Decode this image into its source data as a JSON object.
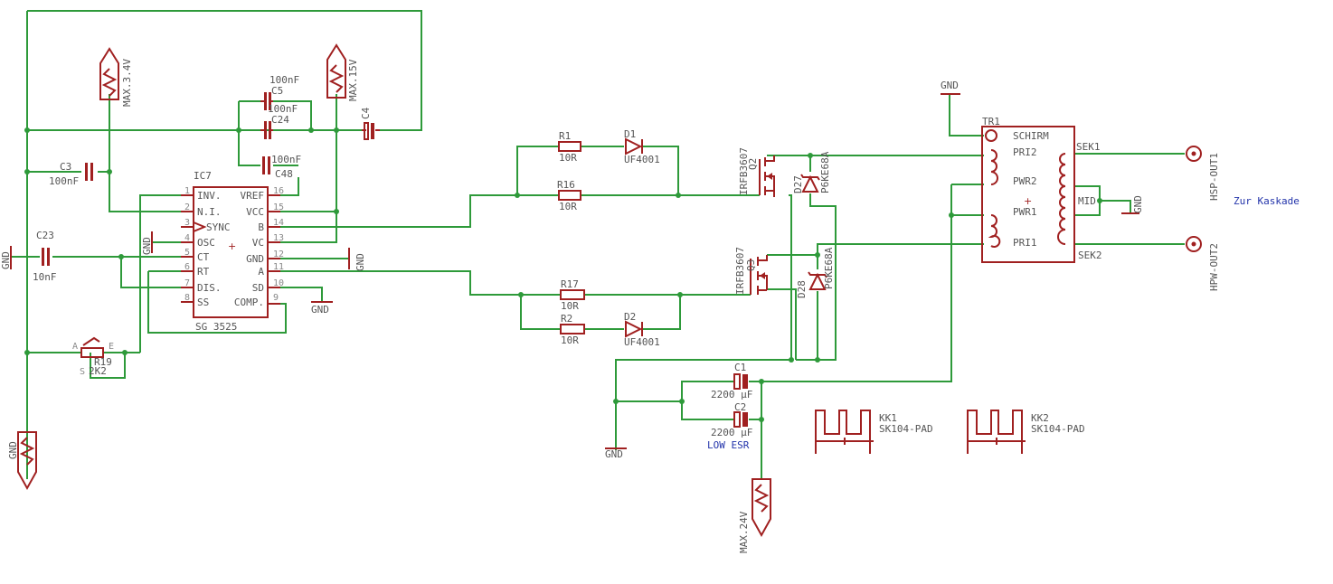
{
  "ic7": {
    "name": "IC7",
    "value": "SG 3525",
    "pins_left": [
      {
        "num": "1",
        "name": "INV."
      },
      {
        "num": "2",
        "name": "N.I."
      },
      {
        "num": "3",
        "name": "SYNC"
      },
      {
        "num": "4",
        "name": "OSC"
      },
      {
        "num": "5",
        "name": "CT"
      },
      {
        "num": "6",
        "name": "RT"
      },
      {
        "num": "7",
        "name": "DIS."
      },
      {
        "num": "8",
        "name": "SS"
      }
    ],
    "pins_right": [
      {
        "num": "16",
        "name": "VREF"
      },
      {
        "num": "15",
        "name": "VCC"
      },
      {
        "num": "14",
        "name": "B"
      },
      {
        "num": "13",
        "name": "VC"
      },
      {
        "num": "12",
        "name": "GND"
      },
      {
        "num": "11",
        "name": "A"
      },
      {
        "num": "10",
        "name": "SD"
      },
      {
        "num": "9",
        "name": "COMP."
      }
    ]
  },
  "caps": {
    "c5": {
      "name": "C5",
      "value": "100nF"
    },
    "c24": {
      "name": "C24",
      "value": "100nF"
    },
    "c48": {
      "name": "C48",
      "value": "100nF"
    },
    "c4": {
      "name": "C4"
    },
    "c3": {
      "name": "C3",
      "value": "100nF"
    },
    "c23": {
      "name": "C23",
      "value": "10nF"
    },
    "c1": {
      "name": "C1",
      "value": "2200 µF"
    },
    "c2": {
      "name": "C2",
      "value": "2200 µF"
    }
  },
  "resistors": {
    "r1": {
      "name": "R1",
      "value": "10R"
    },
    "r16": {
      "name": "R16",
      "value": "10R"
    },
    "r17": {
      "name": "R17",
      "value": "10R"
    },
    "r2": {
      "name": "R2",
      "value": "10R"
    },
    "r19": {
      "name": "R19",
      "value": "2K2",
      "pin_a": "A",
      "pin_e": "E",
      "pin_s": "S"
    }
  },
  "diodes": {
    "d1": {
      "name": "D1",
      "value": "UF4001"
    },
    "d2": {
      "name": "D2",
      "value": "UF4001"
    },
    "d27": {
      "name": "D27",
      "value": "P6KE68A"
    },
    "d28": {
      "name": "D28",
      "value": "P6KE68A"
    }
  },
  "mosfets": {
    "q2": {
      "name": "Q2",
      "value": "IRFB3607"
    },
    "q3": {
      "name": "Q3",
      "value": "IRFB3607"
    }
  },
  "supplies": {
    "max34": "MAX.3.4V",
    "max15": "MAX.15V",
    "max24": "MAX.24V",
    "gnd": "GND"
  },
  "transformer": {
    "name": "TR1",
    "pins_left": [
      "SCHIRM",
      "PRI2",
      "PWR2",
      "PWR1",
      "PRI1"
    ],
    "pins_right": [
      "SEK1",
      "MID",
      "SEK2"
    ]
  },
  "outputs": {
    "hsp": "HSP-OUT1",
    "hpw": "HPW-OUT2",
    "note": "Zur Kaskade"
  },
  "heatsinks": {
    "kk1": {
      "name": "KK1",
      "value": "SK104-PAD"
    },
    "kk2": {
      "name": "KK2",
      "value": "SK104-PAD"
    }
  },
  "notes": {
    "low_esr": "LOW ESR"
  }
}
